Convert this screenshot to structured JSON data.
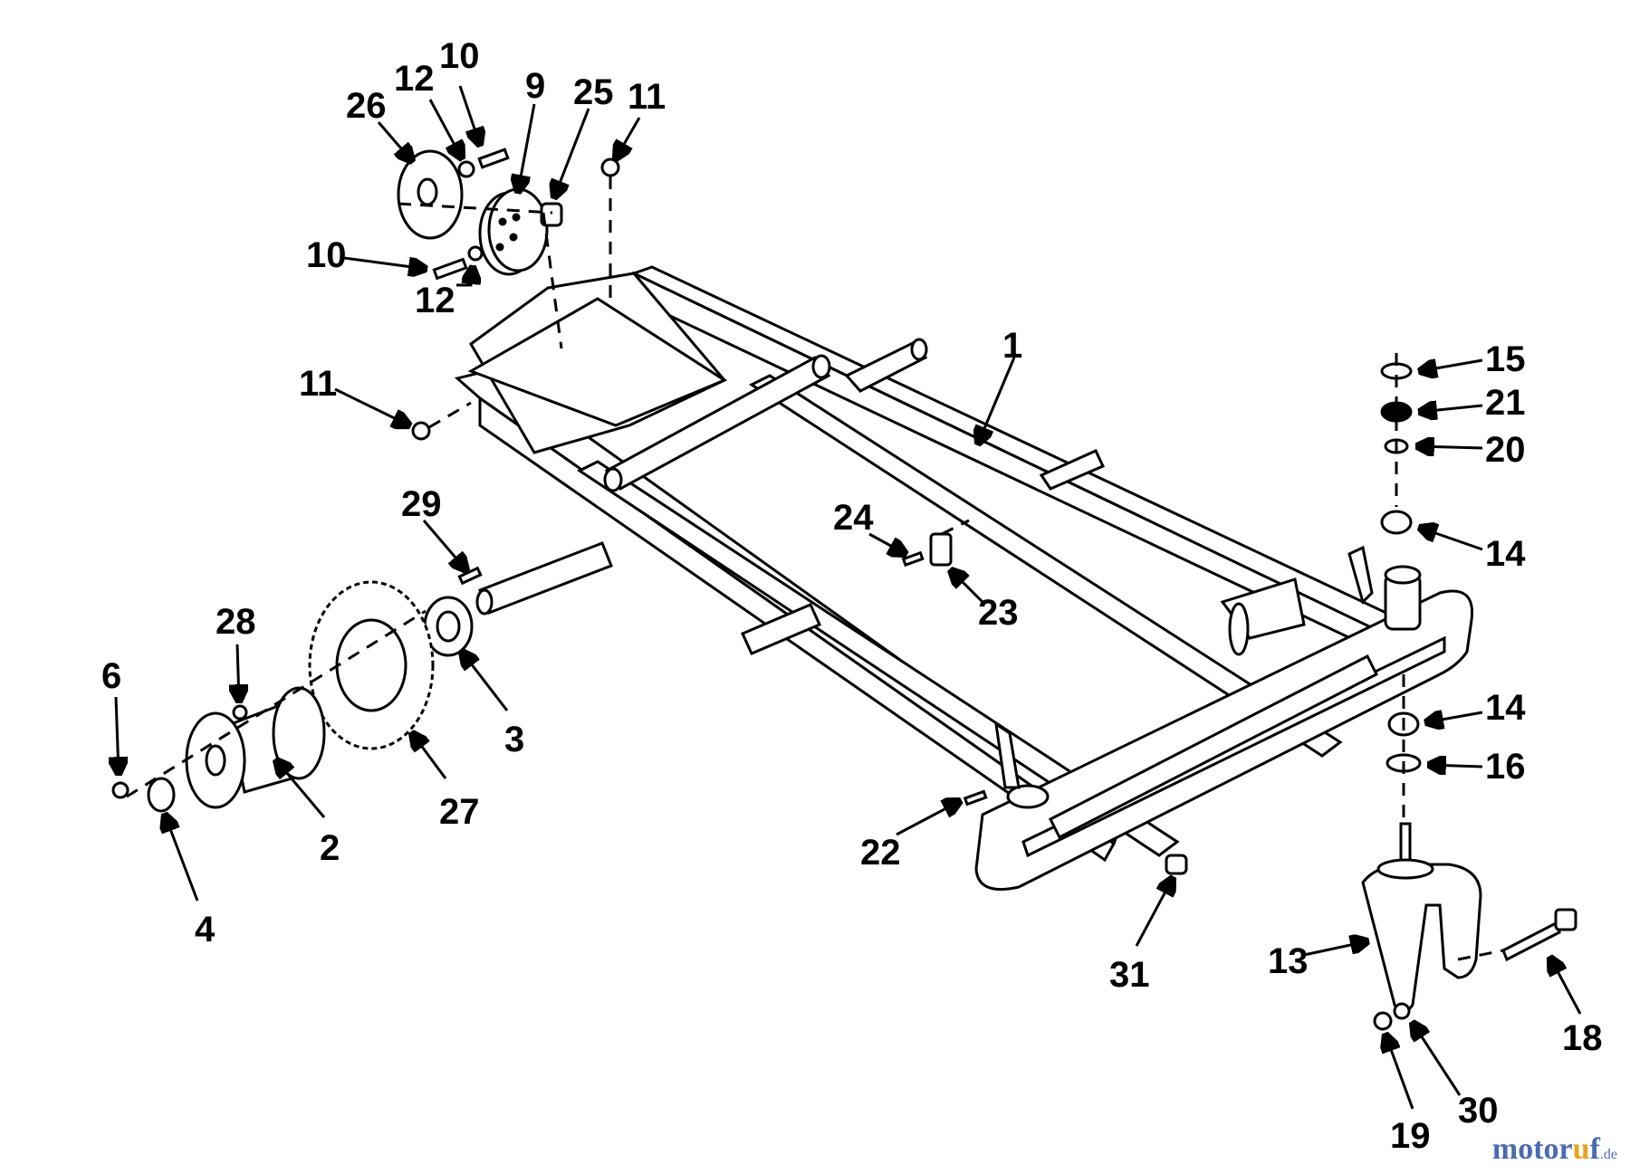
{
  "diagram": {
    "callouts": [
      {
        "id": "c1",
        "label": "1"
      },
      {
        "id": "c2",
        "label": "2"
      },
      {
        "id": "c3",
        "label": "3"
      },
      {
        "id": "c4",
        "label": "4"
      },
      {
        "id": "c6",
        "label": "6"
      },
      {
        "id": "c9",
        "label": "9"
      },
      {
        "id": "c10a",
        "label": "10"
      },
      {
        "id": "c10b",
        "label": "10"
      },
      {
        "id": "c11a",
        "label": "11"
      },
      {
        "id": "c11b",
        "label": "11"
      },
      {
        "id": "c12a",
        "label": "12"
      },
      {
        "id": "c12b",
        "label": "12"
      },
      {
        "id": "c13",
        "label": "13"
      },
      {
        "id": "c14a",
        "label": "14"
      },
      {
        "id": "c14b",
        "label": "14"
      },
      {
        "id": "c15",
        "label": "15"
      },
      {
        "id": "c16",
        "label": "16"
      },
      {
        "id": "c18",
        "label": "18"
      },
      {
        "id": "c19",
        "label": "19"
      },
      {
        "id": "c20",
        "label": "20"
      },
      {
        "id": "c21",
        "label": "21"
      },
      {
        "id": "c22",
        "label": "22"
      },
      {
        "id": "c23",
        "label": "23"
      },
      {
        "id": "c24",
        "label": "24"
      },
      {
        "id": "c25",
        "label": "25"
      },
      {
        "id": "c26",
        "label": "26"
      },
      {
        "id": "c27",
        "label": "27"
      },
      {
        "id": "c28",
        "label": "28"
      },
      {
        "id": "c29",
        "label": "29"
      },
      {
        "id": "c30",
        "label": "30"
      },
      {
        "id": "c31",
        "label": "31"
      }
    ]
  },
  "watermark": {
    "main_a": "motor",
    "accent": "u",
    "main_b": "f",
    "suffix": ".de"
  }
}
